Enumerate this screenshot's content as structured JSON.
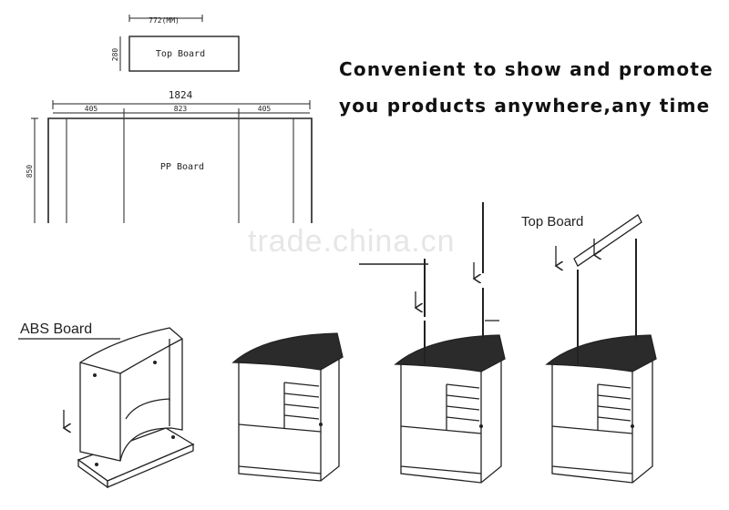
{
  "heading": {
    "line1": "Convenient to show and promote",
    "line2": "you products anywhere,any time"
  },
  "top_board_drawing": {
    "width_label": "772(MM)",
    "height_label": "280",
    "name": "Top Board"
  },
  "pp_board_drawing": {
    "total_width_label": "1824",
    "segment_labels": [
      "405",
      "823",
      "405"
    ],
    "height_label": "850",
    "name": "PP Board"
  },
  "assembly": {
    "abs_label": "ABS Board",
    "top_board_label": "Top Board"
  },
  "watermark": "trade.china.cn",
  "colors": {
    "line": "#222222",
    "counter_top": "#2b2b2b",
    "background": "#ffffff"
  }
}
